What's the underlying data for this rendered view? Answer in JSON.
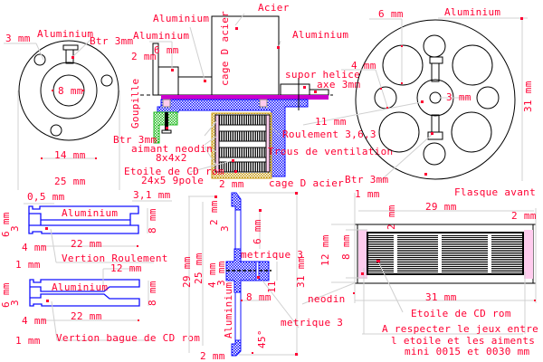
{
  "colors": {
    "label": "#ff0033",
    "outline": "#000000",
    "aluminium_part": "#1010ff",
    "shaft": "#cc00cc",
    "goupille": "#22bb22",
    "cage": "#c89a10",
    "magnet": "#ffccee"
  },
  "flange_left": {
    "hole": "3 mm",
    "material": "Aluminium",
    "screw": "Btr 3mm",
    "bore": "8 mm",
    "hub": "14 mm",
    "outer": "25 mm"
  },
  "assembly": {
    "acier": "Acier",
    "aluminium_top": "Aluminium",
    "aluminium_plate": "Aluminium",
    "aluminium_right": "Aluminium",
    "cage_vertical": "cage D acier",
    "dim_2mm": "2 mm",
    "dim_6mm": "6 mm",
    "goupille": "Goupille",
    "btr": "Btr 3mm",
    "aimant": "aimant neodin",
    "aimant_size": "8x4x2",
    "etoile": "Etoile de CD rom",
    "etoile_size": "24x5 9pole",
    "supor": "supor helice",
    "axe": "axe 3mm",
    "roulement": "Roulement 3,6,3",
    "trous": "Trous de ventilation",
    "cage_bottom": "cage D acier",
    "dim_bottom": "2 mm"
  },
  "flasque": {
    "hole_big": "6 mm",
    "material": "Aluminium",
    "hole_small": "4 mm",
    "bore": "3 mm",
    "hub": "11 mm",
    "outer": "31 mm",
    "screw": "Btr 3mm",
    "title": "Flasque avant"
  },
  "version_roulement": {
    "d1": "0,5 mm",
    "d2": "3,1 mm",
    "material": "Aluminium",
    "length": "22 mm",
    "d4": "4 mm",
    "d1mm": "1 mm",
    "d6": "6 mm",
    "d3": "3",
    "d8": "8 mm",
    "title": "Vertion Roulement"
  },
  "version_bague": {
    "d12": "12 mm",
    "material": "Aluminium",
    "length": "22 mm",
    "d4": "4 mm",
    "d1mm": "1 mm",
    "d6": "6 mm",
    "d3": "3",
    "d8": "8 mm",
    "title": "Vertion bague de CD rom"
  },
  "profile": {
    "d2": "2 mm",
    "d3": "3",
    "d6": "6 mm",
    "metric_top": "metrique 3",
    "d29": "29 mm",
    "d25": "25 mm",
    "d4": "4 mm",
    "d3b": "3 mm",
    "d11": "11",
    "d31": "31 mm",
    "d8": "8 mm",
    "material": "Aluminium",
    "angle": "45°",
    "d2b": "2 mm",
    "metric_bottom": "metrique 3"
  },
  "stator": {
    "d1": "1 mm",
    "d29": "29 mm",
    "d2v": "2 mm",
    "d2": "2 mm",
    "d12": "12 mm",
    "d8": "8 mm",
    "neodin": "neodin",
    "d31": "31 mm",
    "etoile": "Etoile de CD rom",
    "note1": "A respecter le jeux entre",
    "note2": "l etoile et les aiments",
    "note3": "mini 0015 et 0030 mm"
  }
}
